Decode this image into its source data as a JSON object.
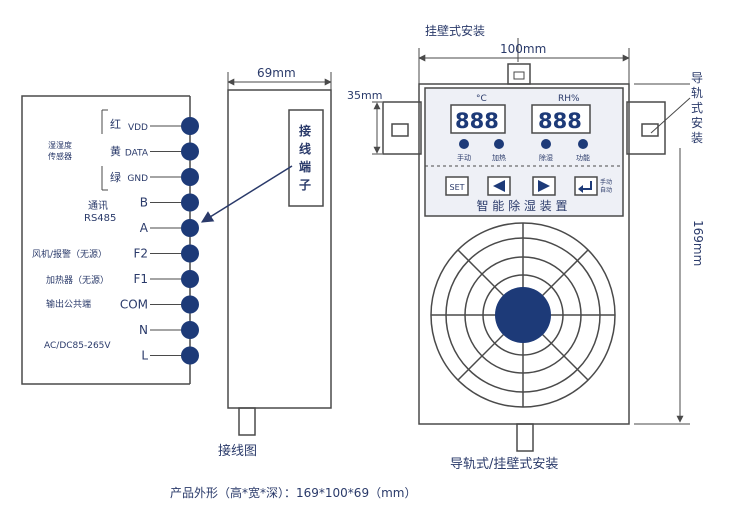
{
  "wiring": {
    "title": "接线图",
    "width_label": "69mm",
    "terminal_note": [
      "接",
      "线",
      "端",
      "子"
    ],
    "group_sensor": [
      "湿湿度",
      "传感器"
    ],
    "group_comm": [
      "通讯",
      "RS485"
    ],
    "fan_note": "风机/报警（无源）",
    "heater_note": "加热器（无源）",
    "output_common_note": "输出公共端",
    "power_note": "AC/DC85-265V",
    "terminals": [
      {
        "color": "红",
        "label": "VDD"
      },
      {
        "color": "黄",
        "label": "DATA"
      },
      {
        "color": "绿",
        "label": "GND"
      },
      {
        "color": "",
        "label": "B"
      },
      {
        "color": "",
        "label": "A"
      },
      {
        "color": "",
        "label": "F2"
      },
      {
        "color": "",
        "label": "F1"
      },
      {
        "color": "",
        "label": "COM"
      },
      {
        "color": "",
        "label": "N"
      },
      {
        "color": "",
        "label": "L"
      }
    ]
  },
  "front": {
    "wall_mount_label": "挂壁式安装",
    "width_label": "100mm",
    "rail_depth_label": "35mm",
    "height_label": "169mm",
    "rail_mount_label": [
      "导",
      "轨",
      "式",
      "安",
      "装"
    ],
    "temp_unit": "°C",
    "hum_unit": "RH%",
    "temp_digits": "888",
    "hum_digits": "888",
    "indicators": [
      "手动",
      "加热",
      "除湿",
      "功能"
    ],
    "buttons": {
      "set": "SET",
      "enter_sub": [
        "手动",
        "自动"
      ]
    },
    "device_name": "智 能 除 湿 装 置",
    "caption": "导轨式/挂壁式安装"
  },
  "footer": {
    "dimensions": "产品外形（高*宽*深）：169*100*69（mm）"
  },
  "colors": {
    "line": "#4a4a4a",
    "text": "#2a3a6a",
    "terminal": "#1d3a78",
    "panel": "#eef0f6"
  }
}
